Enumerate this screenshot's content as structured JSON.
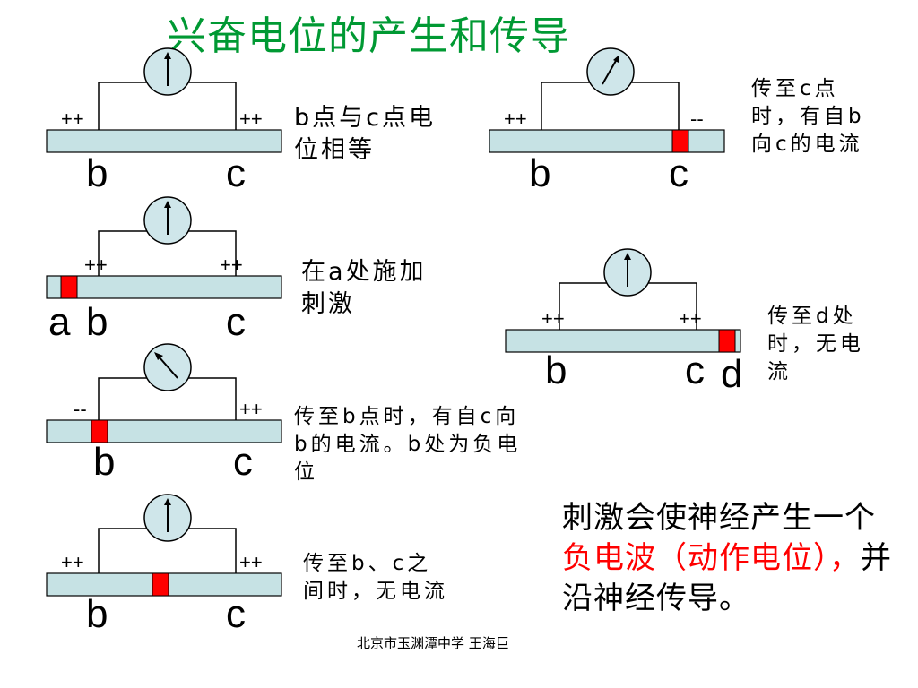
{
  "title": "兴奋电位的产生和传导",
  "panels": [
    {
      "left_sign": "++",
      "right_sign": "++",
      "labels": [
        "b",
        "c"
      ],
      "caption": "b点与c点电位相等"
    },
    {
      "left_sign": "++",
      "right_sign": "++",
      "labels": [
        "a",
        "b",
        "c"
      ],
      "caption": "在a处施加刺激"
    },
    {
      "left_sign": "--",
      "right_sign": "++",
      "labels": [
        "b",
        "c"
      ],
      "caption": "传至b点时，有自c向b的电流。b处为负电位"
    },
    {
      "left_sign": "++",
      "right_sign": "++",
      "labels": [
        "b",
        "c"
      ],
      "caption": "传至b、c之间时，无电流"
    },
    {
      "left_sign": "++",
      "right_sign": "--",
      "labels": [
        "b",
        "c"
      ],
      "caption": "传至c点时，有自b向c的电流"
    },
    {
      "left_sign": "++",
      "right_sign": "++",
      "labels": [
        "b",
        "c",
        "d"
      ],
      "caption": "传至d处时，无电流"
    }
  ],
  "summary": {
    "before": "刺激会使神经产生一个",
    "highlight": "负电波（动作电位），",
    "after": "并沿神经传导。"
  },
  "footer": "北京市玉渊潭中学  王海巨",
  "colors": {
    "title": "#009933",
    "nerve": "#c6e2e4",
    "stimulus": "#ff0000",
    "meter": "#cfe6ea",
    "highlight": "#ff0000"
  }
}
